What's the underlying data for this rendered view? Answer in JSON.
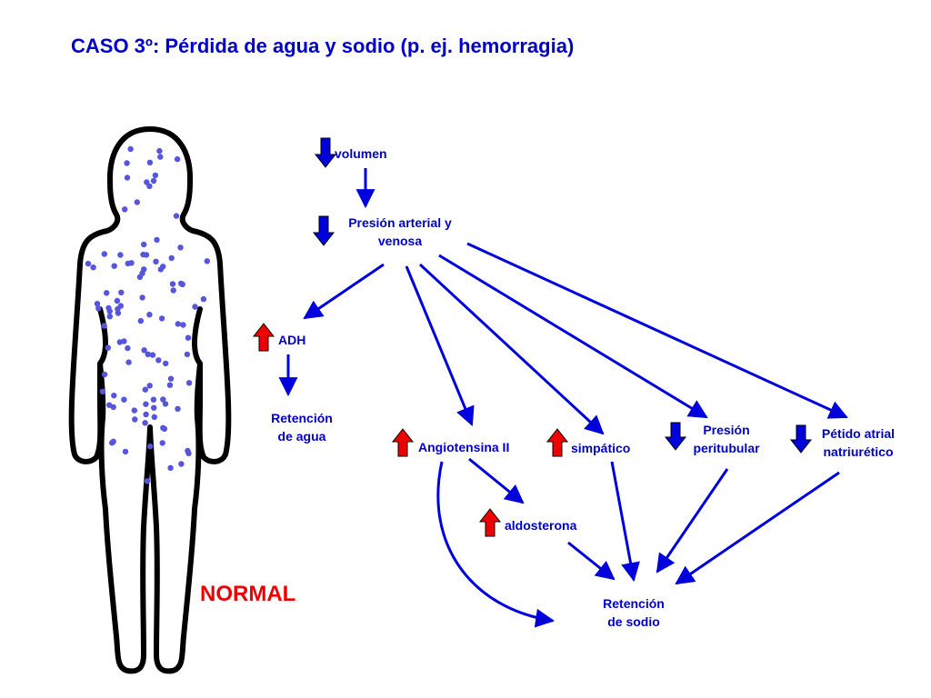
{
  "title": "CASO 3º: Pérdida de agua y sodio (p. ej. hemorragia)",
  "figure_label": "NORMAL",
  "colors": {
    "text": "#0000cc",
    "arrow": "#0000dd",
    "up": "#ee0000",
    "down": "#0000dd",
    "dots": "#5555dd",
    "label_red": "#ee0000"
  },
  "nodes": {
    "volumen": {
      "label": "volumen",
      "direction": "down"
    },
    "presion": {
      "line1": "Presión arterial y",
      "line2": "venosa",
      "direction": "down"
    },
    "adh": {
      "label": "ADH",
      "direction": "up"
    },
    "ret_agua": {
      "line1": "Retención",
      "line2": "de agua"
    },
    "angiotensina": {
      "label": "Angiotensina II",
      "direction": "up"
    },
    "simpatico": {
      "label": "simpático",
      "direction": "up"
    },
    "peritubular": {
      "line1": "Presión",
      "line2": "peritubular",
      "direction": "down"
    },
    "peptido": {
      "line1": "Pétido atrial",
      "line2": "natriurético",
      "direction": "down"
    },
    "aldosterona": {
      "label": "aldosterona",
      "direction": "up"
    },
    "ret_sodio": {
      "line1": "Retención",
      "line2": "de sodio"
    }
  }
}
